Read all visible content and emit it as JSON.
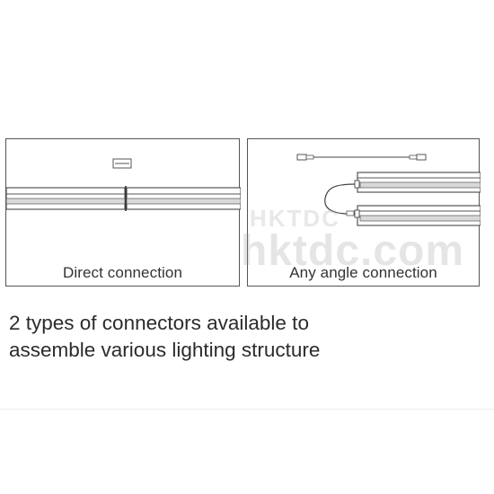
{
  "panels": {
    "left": {
      "caption": "Direct connection",
      "connector_icon": "connector-icon"
    },
    "right": {
      "caption": "Any angle connection",
      "connector_icon": "cable-connector-icon"
    }
  },
  "description": {
    "line1": "2 types of connectors available to",
    "line2": "assemble various lighting structure"
  },
  "watermark": {
    "logo": "HKTDC",
    "site": "hktdc.com"
  },
  "colors": {
    "outline": "#555555",
    "tube_fill": "#d9d9d9",
    "text": "#2b2b2b"
  }
}
